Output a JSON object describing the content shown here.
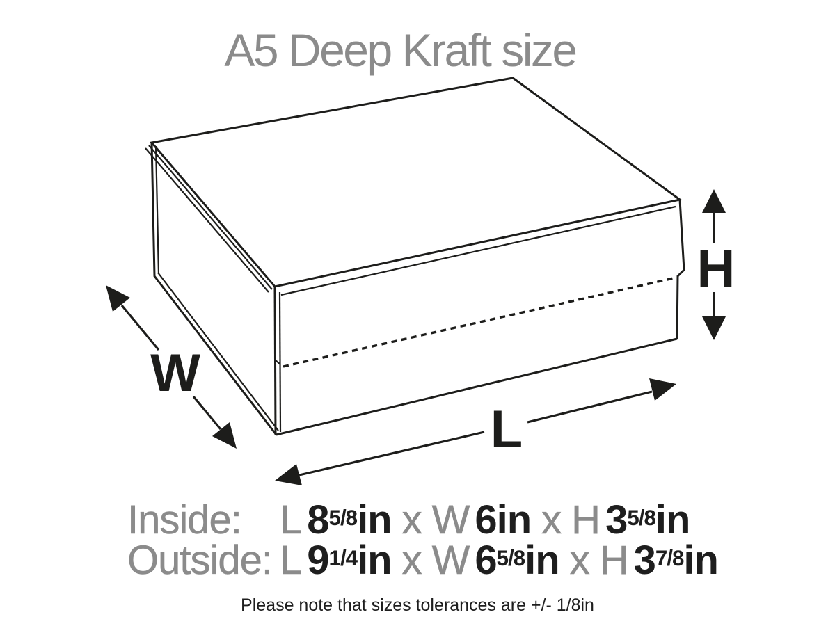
{
  "title": "A5 Deep Kraft size",
  "diagram": {
    "width_label": "W",
    "length_label": "L",
    "height_label": "H"
  },
  "sizes": {
    "inside": {
      "label": "Inside:",
      "l_key": "L",
      "l_whole": "8",
      "l_frac": "5/8",
      "l_unit": "in",
      "sep1": "x",
      "w_key": "W",
      "w_whole": "6",
      "w_frac": "",
      "w_unit": "in",
      "sep2": "x",
      "h_key": "H",
      "h_whole": "3",
      "h_frac": "5/8",
      "h_unit": "in"
    },
    "outside": {
      "label": "Outside:",
      "l_key": "L",
      "l_whole": "9",
      "l_frac": "1/4",
      "l_unit": "in",
      "sep1": "x",
      "w_key": "W",
      "w_whole": "6",
      "w_frac": "5/8",
      "w_unit": "in",
      "sep2": "x",
      "h_key": "H",
      "h_whole": "3",
      "h_frac": "7/8",
      "h_unit": "in"
    }
  },
  "note": "Please note that sizes tolerances are +/- 1/8in",
  "colors": {
    "text_gray": "#8b8b8b",
    "text_dark": "#1e1e1e",
    "line": "#1d1d1b"
  }
}
